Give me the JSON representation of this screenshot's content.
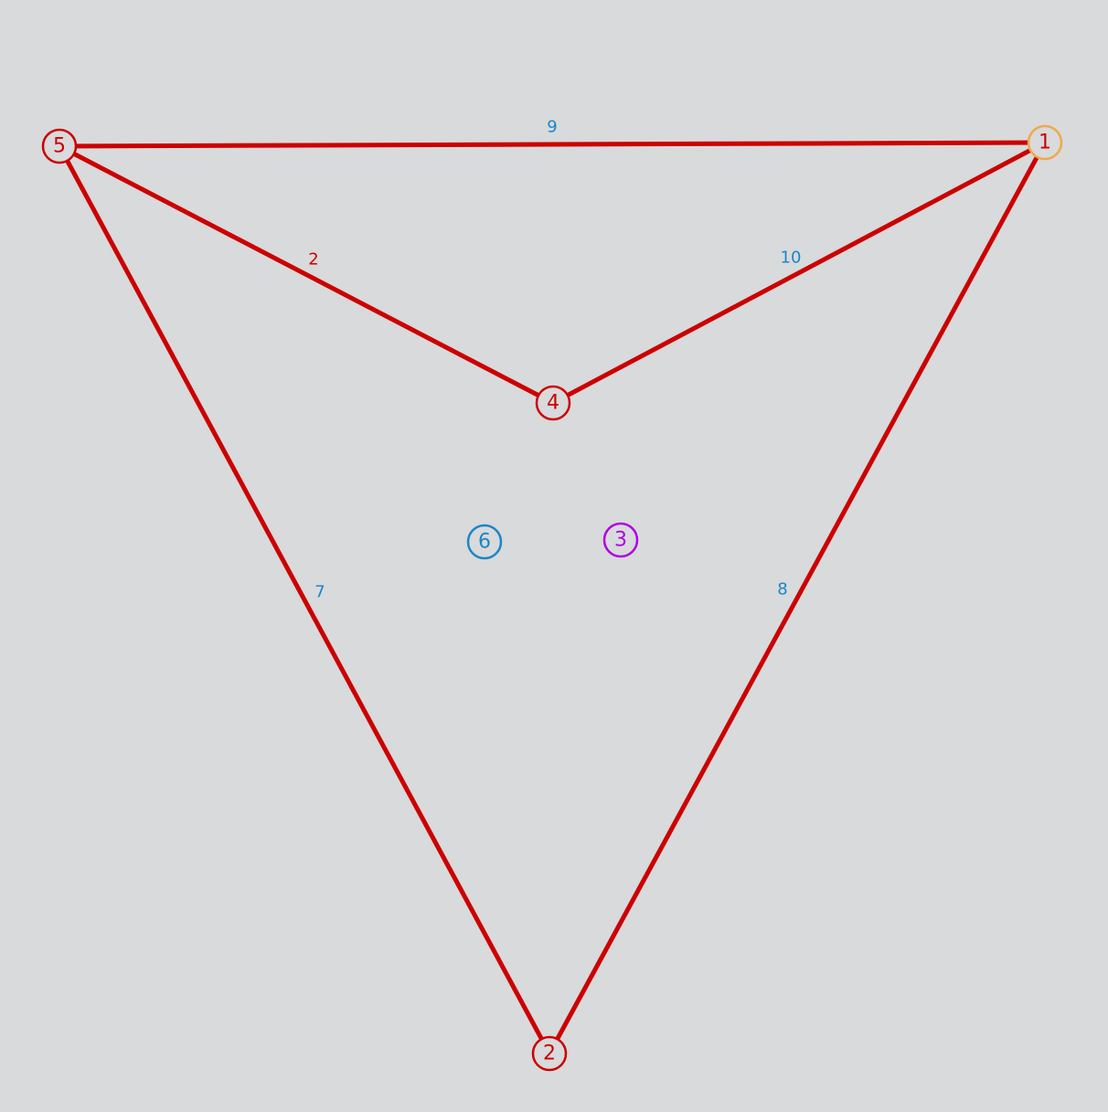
{
  "graph": {
    "nodes": [
      {
        "id": "1",
        "label": "1",
        "stroke": "#f0a84a",
        "text_color": "#cc0000"
      },
      {
        "id": "2",
        "label": "2",
        "stroke": "#cc0000",
        "text_color": "#cc0000"
      },
      {
        "id": "3",
        "label": "3",
        "stroke": "#b000e0",
        "text_color": "#b000e0"
      },
      {
        "id": "4",
        "label": "4",
        "stroke": "#cc0000",
        "text_color": "#cc0000"
      },
      {
        "id": "5",
        "label": "5",
        "stroke": "#cc0000",
        "text_color": "#cc0000"
      },
      {
        "id": "6",
        "label": "6",
        "stroke": "#1a86c8",
        "text_color": "#1a86c8"
      }
    ],
    "edges": [
      {
        "from": "5",
        "to": "1",
        "label": "9",
        "label_color": "#1a86c8"
      },
      {
        "from": "5",
        "to": "4",
        "label": "2",
        "label_color": "#cc0000"
      },
      {
        "from": "4",
        "to": "1",
        "label": "10",
        "label_color": "#1a86c8"
      },
      {
        "from": "5",
        "to": "2",
        "label": "7",
        "label_color": "#1a86c8"
      },
      {
        "from": "1",
        "to": "2",
        "label": "8",
        "label_color": "#1a86c8"
      }
    ],
    "edge_color": "#cc0000",
    "background": "#d8dadb"
  }
}
